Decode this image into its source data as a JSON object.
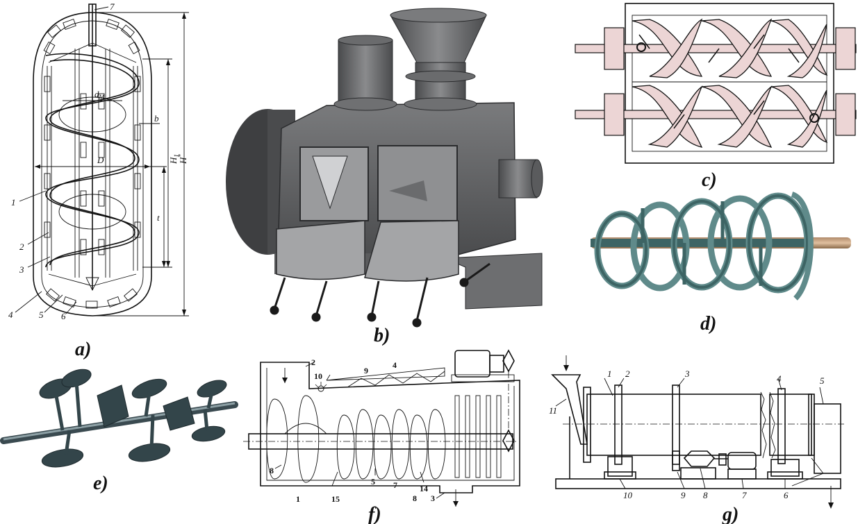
{
  "captions": {
    "a": "a)",
    "b": "b)",
    "c": "c)",
    "d": "d)",
    "e": "e)",
    "f": "f)",
    "g": "g)"
  },
  "panel_a": {
    "labels": {
      "n7": "7",
      "n1": "1",
      "n2": "2",
      "n3": "3",
      "n4": "4",
      "n5": "5",
      "n6": "6",
      "dm": "d",
      "dm_sub": "M",
      "b": "b",
      "D": "D",
      "t": "t",
      "H1": "H",
      "H1_sub": "1",
      "H": "H",
      "H_sup": "*"
    }
  },
  "panel_f": {
    "labels": {
      "n1": "1",
      "n2": "2",
      "n3": "3",
      "n4": "4",
      "n5": "5",
      "n7": "7",
      "n8a": "8",
      "n8b": "8",
      "n9": "9",
      "n10": "10",
      "n14": "14",
      "n15": "15"
    }
  },
  "panel_g": {
    "labels": {
      "n1": "1",
      "n2": "2",
      "n3": "3",
      "n4": "4",
      "n5": "5",
      "n6": "6",
      "n7": "7",
      "n8": "8",
      "n9": "9",
      "n10": "10",
      "n11": "11"
    }
  },
  "colors": {
    "steel": "#5f6062",
    "steel_dark": "#3a3b3d",
    "pink": "#ecd5d5",
    "teal": "#5f8a8a",
    "teal_dark": "#3d6464",
    "ink": "#111111"
  }
}
